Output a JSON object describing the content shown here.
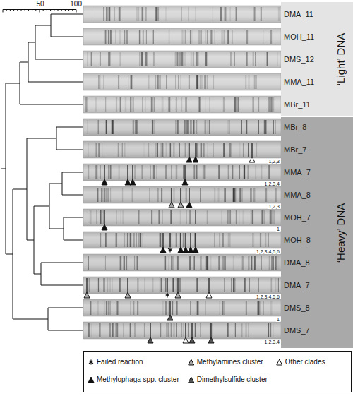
{
  "diagram": {
    "nodes": [
      {
        "text": [
          "‘Light’ DNA"
        ]
      },
      {
        "text": [
          "DMA_11"
        ],
        "in": 0
      },
      {
        "text": [
          "MOH_11"
        ],
        "in": 0
      },
      {
        "text": [
          "DMS_12"
        ],
        "in": 0
      },
      {
        "text": [
          "MMA_11"
        ],
        "in": 0
      },
      {
        "text": [
          "MBr_11"
        ],
        "in": 0
      },
      {
        "text": [
          "‘Heavy’ DNA"
        ]
      },
      {
        "text": [
          "MBr_8"
        ],
        "in": 6
      },
      {
        "text": [
          "MBr_7",
          "1,2,3"
        ],
        "in": 6
      },
      {
        "text": [
          "MMA_7",
          "1,2,3,4"
        ],
        "in": 6
      },
      {
        "text": [
          "MMA_8",
          "1,2,3"
        ],
        "in": 6
      },
      {
        "text": [
          "MOH_7",
          "1"
        ],
        "in": 6
      },
      {
        "text": [
          "MOH_8",
          "1,2,3,4,5,6"
        ],
        "in": 6
      },
      {
        "text": [
          "DMA_8"
        ],
        "in": 6
      },
      {
        "text": [
          "DMA_7",
          "1,2,3,4,5,6"
        ],
        "in": 6
      },
      {
        "text": [
          "DMS_8",
          "1"
        ],
        "in": 6
      },
      {
        "text": [
          "DMS_7",
          "1,2,3,4"
        ],
        "in": 6
      }
    ],
    "labels": [
      "50",
      "100"
    ],
    "legend": [
      {
        "text": "Failed reaction"
      },
      {
        "text": "Methylamines cluster"
      },
      {
        "text": "Other clades"
      },
      {
        "text": "Methylophaga spp. cluster"
      },
      {
        "text": "Dimethylsulfide cluster"
      }
    ]
  }
}
